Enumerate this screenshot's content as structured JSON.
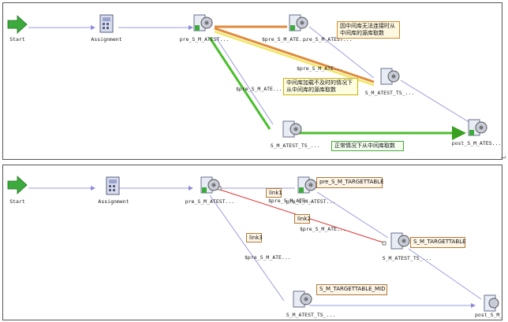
{
  "colors": {
    "link_default": "#9b9be0",
    "link_orange": "#e08a3a",
    "link_yellow": "#e8e060",
    "link_green": "#4cbf2e",
    "link_red": "#e03030"
  },
  "top": {
    "nodes": {
      "start": "Start",
      "assignment": "Assignment",
      "pre_atest": "pre_S_M_ATEST...",
      "pre_atest2": "$pre_S_M_ATE...",
      "pre_atest3": "pre_S_M_ATEST...",
      "atest_ts_mid": "S_M_ATEST_TS_...",
      "atest_ts_bottom": "S_M_ATEST_TS_...",
      "post": "post_S_M_ATES..."
    },
    "link_labels": {
      "l1": "$pre_S_M_ATE...",
      "l2": "$pre_S_M_ATE..."
    },
    "annotations": {
      "orange": "因中间库无法连接时从中间库的源库取数",
      "yellow": "中间库加载不及时的情况下从中间库的源库取数",
      "green": "正常情况下从中间库取数"
    }
  },
  "bottom": {
    "nodes": {
      "start": "Start",
      "assignment": "Assignment",
      "pre_atest": "pre_S_M_ATEST...",
      "pre_atest3": "pre_S_M_ATEST...",
      "atest_ts_mid": "S_M_ATEST_TS_...",
      "atest_ts_bottom": "S_M_ATEST_TS_...",
      "post": "post_S_M_..."
    },
    "link_labels": {
      "l1": "$pre_S_M_ATE...",
      "l2": "$pre_S_M_ATE...",
      "l3": "$pre_S_M_ATE..."
    },
    "annotations": {
      "link1": "link1",
      "link2": "link2",
      "link3": "link3",
      "targettable1": "pre_S_M_TARGETTABLE",
      "targettable2": "S_M_TARGETTABLE",
      "targettable_mid": "S_M_TARGETTABLE_MID"
    }
  }
}
